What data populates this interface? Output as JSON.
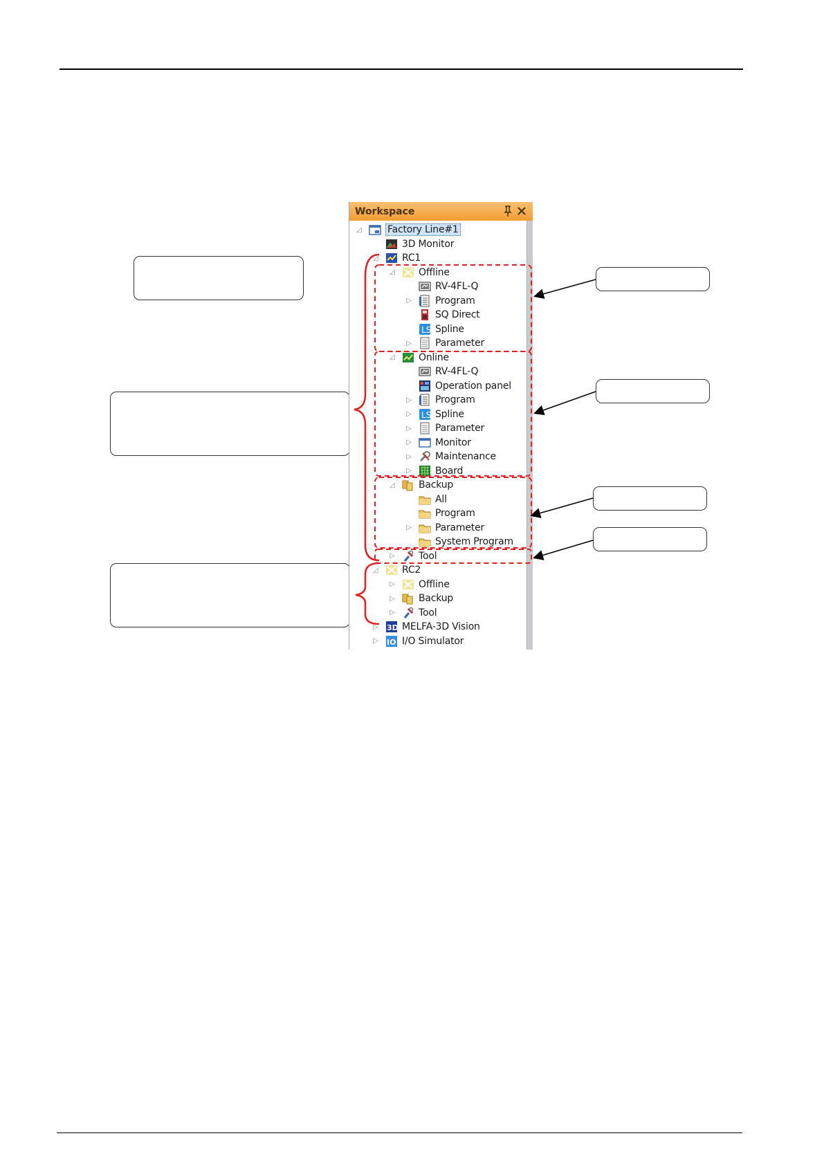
{
  "workspace": {
    "title": "Workspace",
    "pin_icon": "pin-icon",
    "close_icon": "close-icon",
    "accent_color": "#f29d33"
  },
  "tree": [
    {
      "label": "Factory Line#1",
      "expander": "expanded",
      "icon": "workspace-window-icon",
      "selected": true
    },
    {
      "label": "3D Monitor",
      "expander": "none",
      "icon": "3d-monitor-icon"
    },
    {
      "label": "RC1",
      "expander": "expanded",
      "icon": "robot-controller-online-icon"
    },
    {
      "label": "Offline",
      "expander": "expanded",
      "icon": "offline-icon"
    },
    {
      "label": "RV-4FL-Q",
      "expander": "none",
      "icon": "robot-model-icon"
    },
    {
      "label": "Program",
      "expander": "collapsed",
      "icon": "program-icon"
    },
    {
      "label": "SQ Direct",
      "expander": "none",
      "icon": "sq-direct-icon"
    },
    {
      "label": "Spline",
      "expander": "none",
      "icon": "spline-icon"
    },
    {
      "label": "Parameter",
      "expander": "collapsed",
      "icon": "parameter-icon"
    },
    {
      "label": "Online",
      "expander": "expanded",
      "icon": "online-icon"
    },
    {
      "label": "RV-4FL-Q",
      "expander": "none",
      "icon": "robot-model-icon"
    },
    {
      "label": "Operation panel",
      "expander": "none",
      "icon": "operation-panel-icon"
    },
    {
      "label": "Program",
      "expander": "collapsed",
      "icon": "program-icon"
    },
    {
      "label": "Spline",
      "expander": "collapsed",
      "icon": "spline-icon"
    },
    {
      "label": "Parameter",
      "expander": "collapsed",
      "icon": "parameter-icon"
    },
    {
      "label": "Monitor",
      "expander": "collapsed",
      "icon": "monitor-icon"
    },
    {
      "label": "Maintenance",
      "expander": "collapsed",
      "icon": "maintenance-icon"
    },
    {
      "label": "Board",
      "expander": "collapsed",
      "icon": "board-icon"
    },
    {
      "label": "Backup",
      "expander": "expanded",
      "icon": "backup-icon"
    },
    {
      "label": "All",
      "expander": "none",
      "icon": "folder-icon"
    },
    {
      "label": "Program",
      "expander": "none",
      "icon": "folder-icon"
    },
    {
      "label": "Parameter",
      "expander": "collapsed",
      "icon": "folder-icon"
    },
    {
      "label": "System Program",
      "expander": "none",
      "icon": "folder-icon"
    },
    {
      "label": "Tool",
      "expander": "collapsed",
      "icon": "tool-icon"
    },
    {
      "label": "RC2",
      "expander": "expanded",
      "icon": "robot-controller-offline-icon"
    },
    {
      "label": "Offline",
      "expander": "collapsed",
      "icon": "offline-icon"
    },
    {
      "label": "Backup",
      "expander": "collapsed",
      "icon": "backup-icon"
    },
    {
      "label": "Tool",
      "expander": "collapsed",
      "icon": "tool-icon"
    },
    {
      "label": "MELFA-3D Vision",
      "expander": "collapsed",
      "icon": "3d-vision-icon"
    },
    {
      "label": "I/O Simulator",
      "expander": "collapsed",
      "icon": "io-simulator-icon"
    }
  ],
  "annotations": {
    "callouts": [
      "",
      "",
      "",
      "",
      "",
      "",
      ""
    ],
    "highlight_color": "#e01f1f"
  }
}
